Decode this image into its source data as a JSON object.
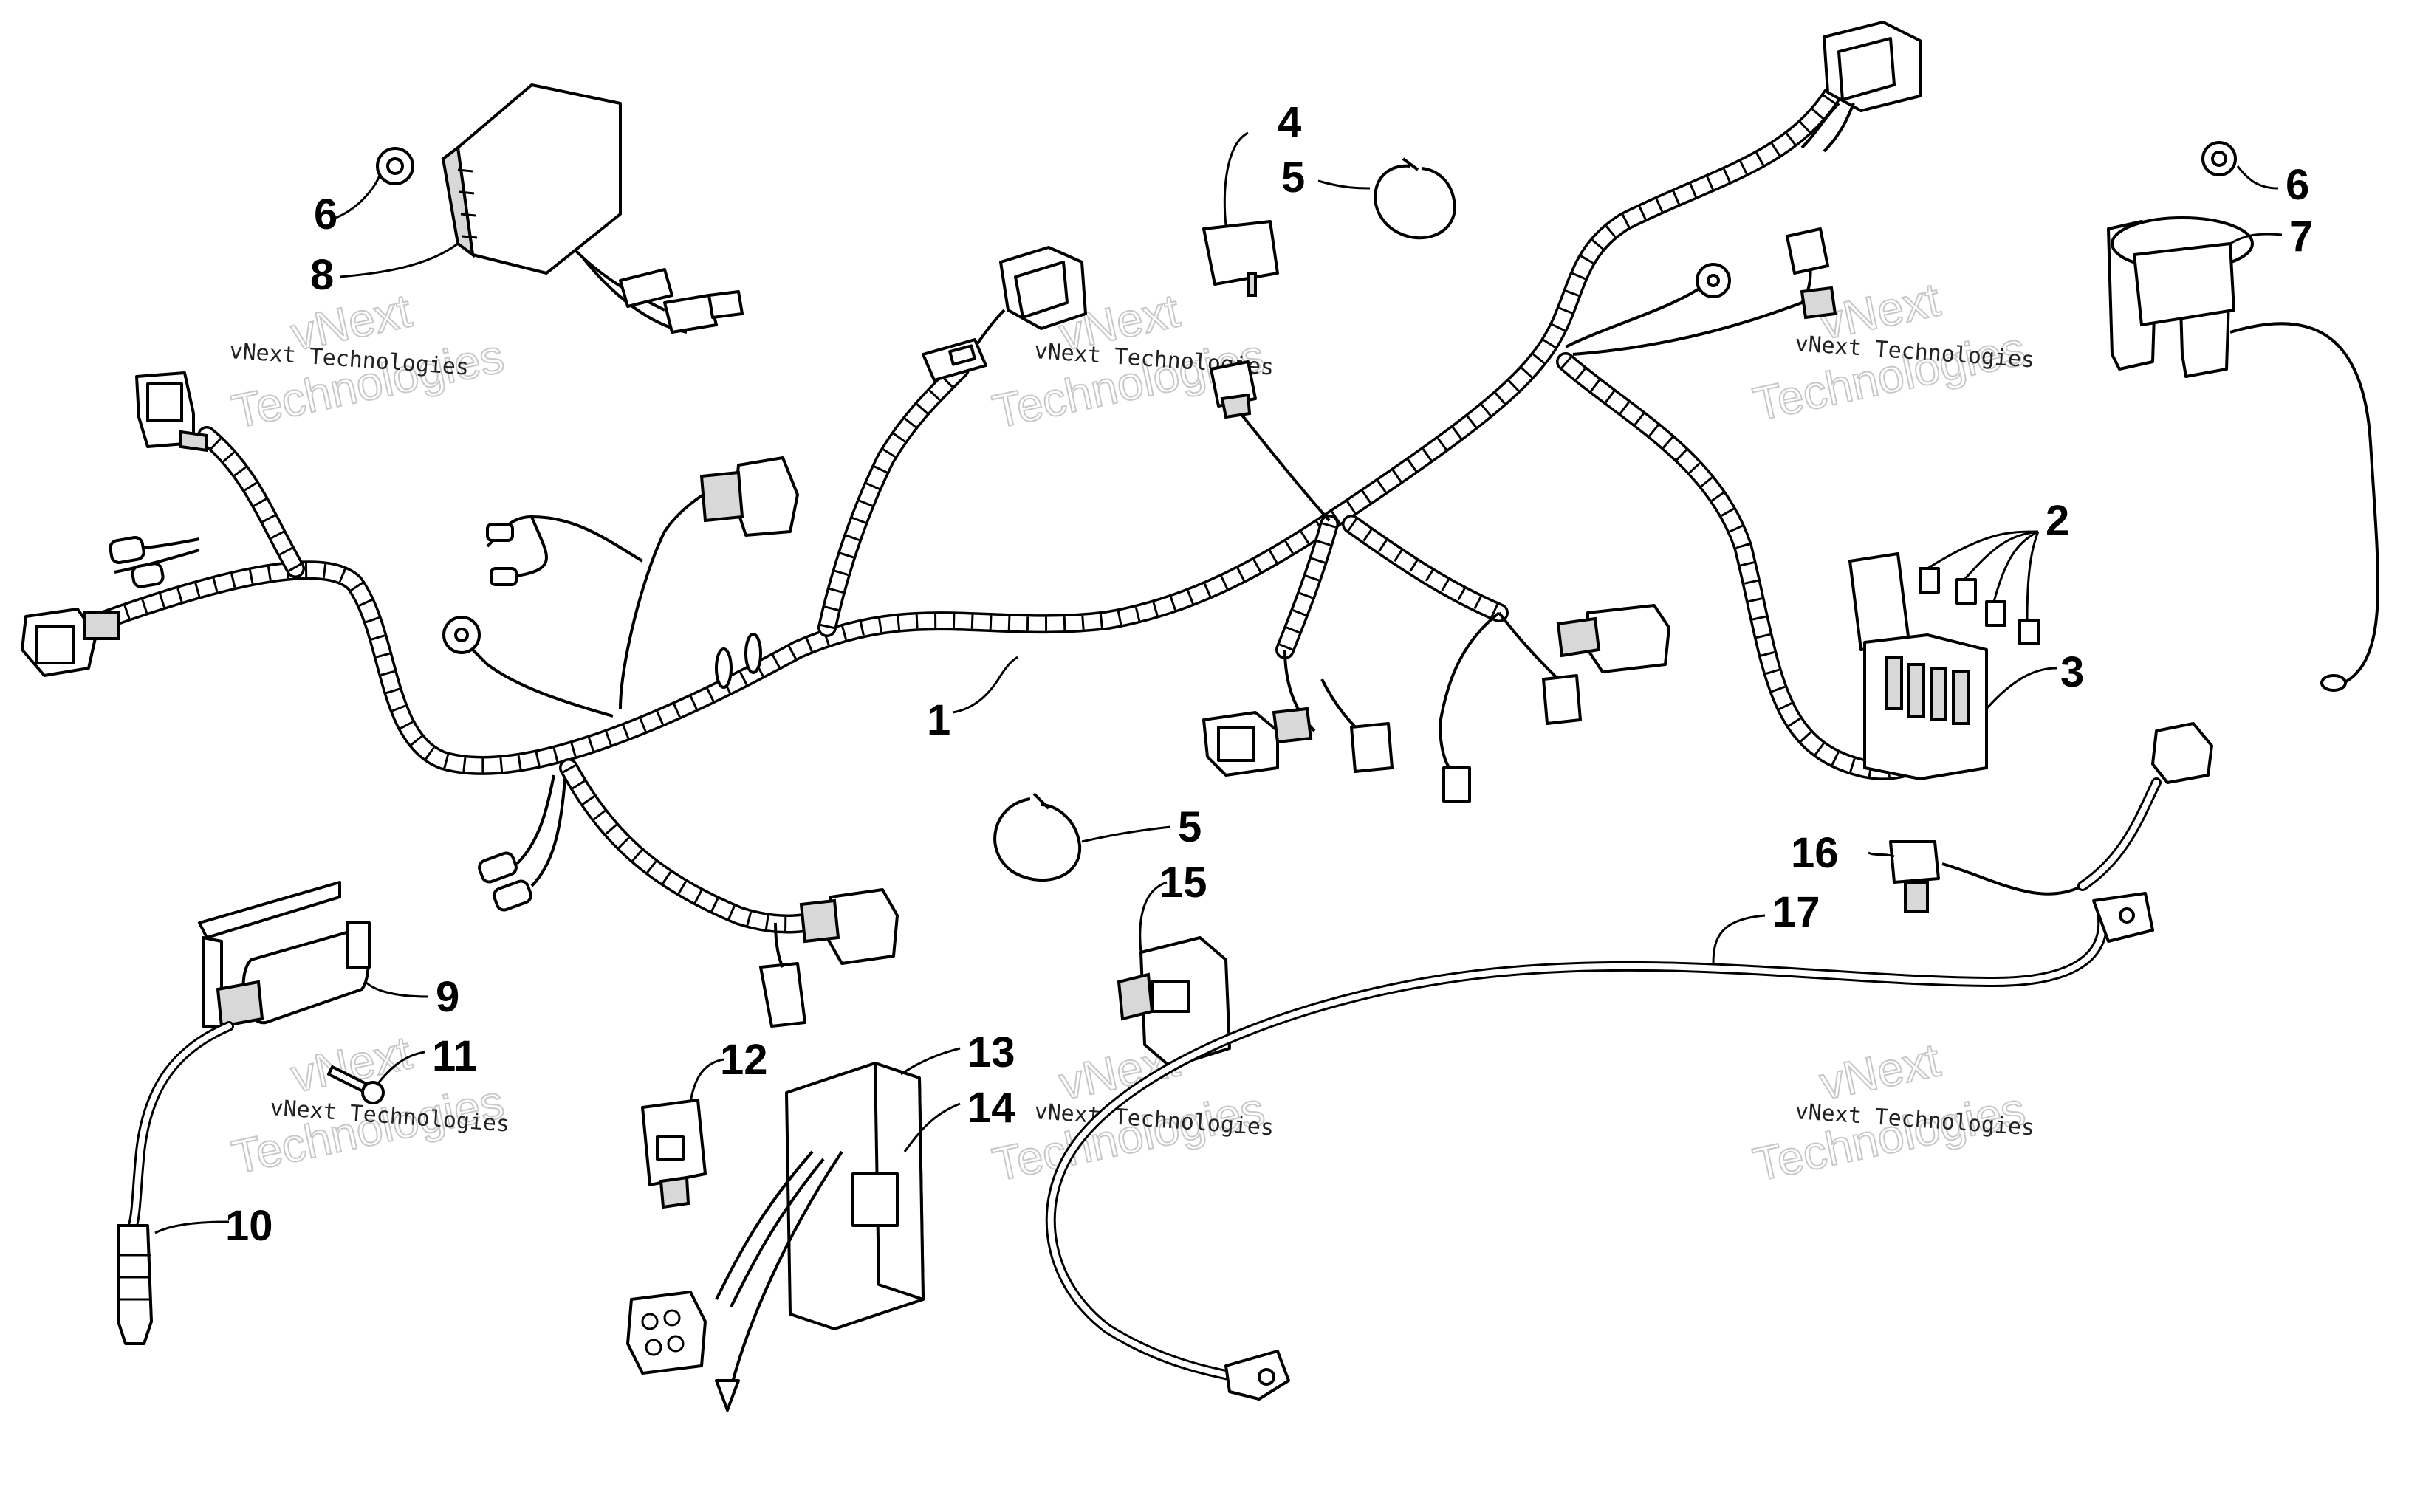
{
  "diagram": {
    "callouts": [
      "1",
      "2",
      "3",
      "4",
      "5",
      "5",
      "6",
      "6",
      "7",
      "8",
      "9",
      "10",
      "11",
      "12",
      "13",
      "14",
      "15",
      "16",
      "17"
    ],
    "watermark": {
      "line1": "vNext Technologies",
      "line2": "Technologies",
      "line2_b": "vNext"
    }
  }
}
